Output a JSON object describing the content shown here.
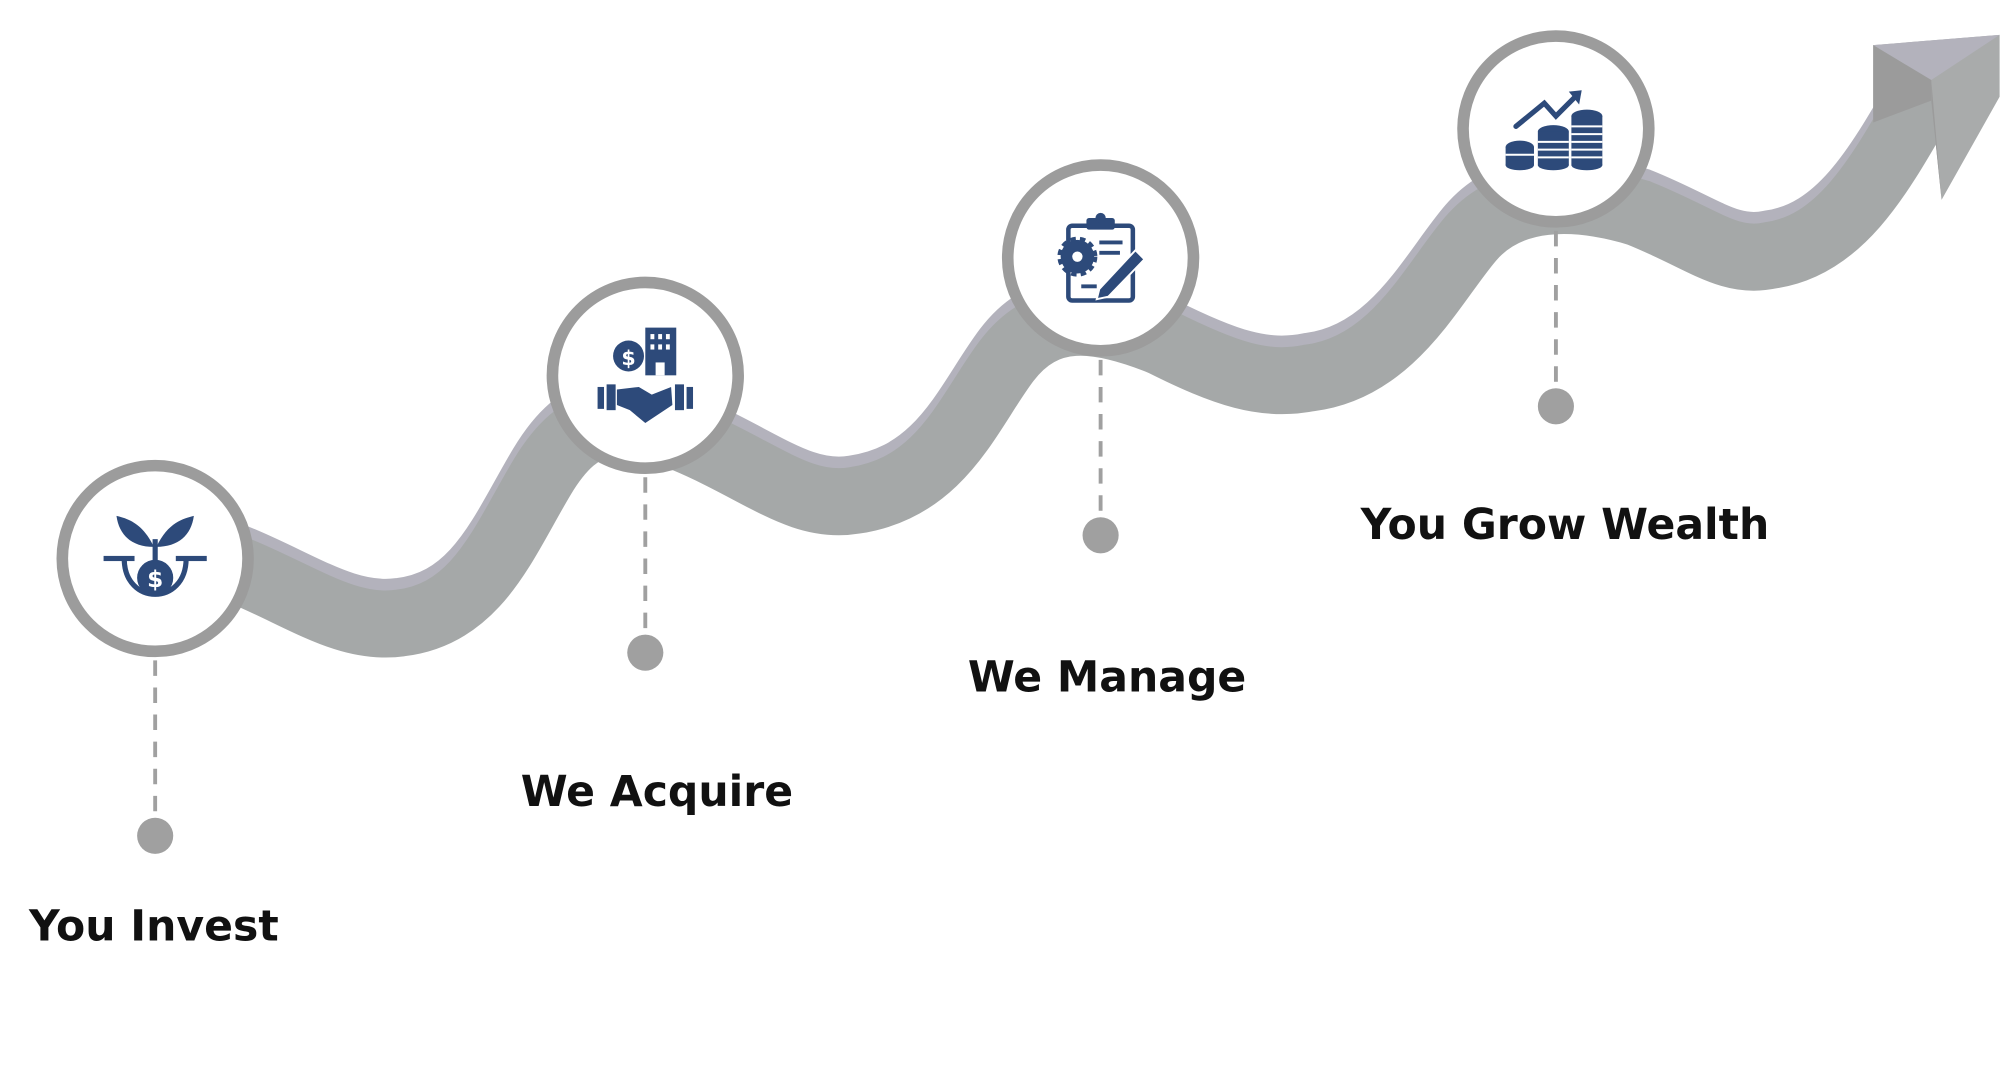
{
  "steps": [
    {
      "label": "You Invest",
      "icon": "plant-dollar-icon"
    },
    {
      "label": "We Acquire",
      "icon": "handshake-building-icon"
    },
    {
      "label": "We Manage",
      "icon": "clipboard-gear-icon"
    },
    {
      "label": "You Grow Wealth",
      "icon": "coins-growth-icon"
    }
  ],
  "colors": {
    "ribbon": "#a5a8a8",
    "ribbon_edge": "#b3b2bc",
    "ring": "#9c9c9c",
    "icon": "#2d4a7a",
    "dot": "#a0a0a0"
  }
}
